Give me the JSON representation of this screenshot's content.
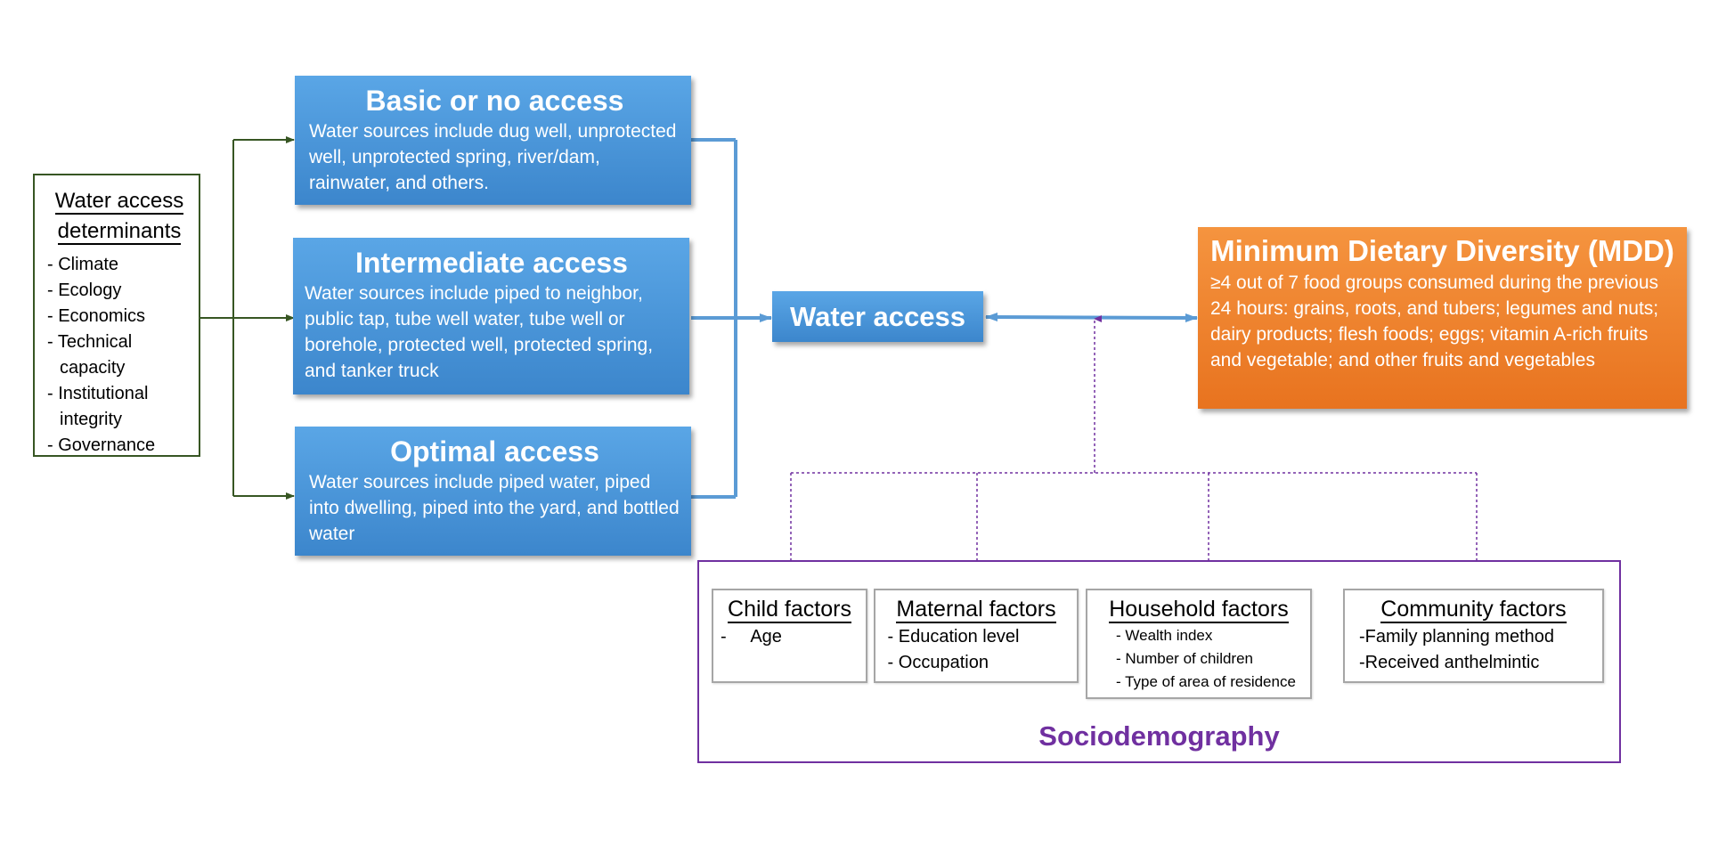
{
  "determinants": {
    "title_line1": "Water access",
    "title_line2": "determinants",
    "items": [
      "- Climate",
      "- Ecology",
      "- Economics",
      "- Technical capacity",
      "- Institutional integrity",
      "- Governance"
    ]
  },
  "access_levels": [
    {
      "title": "Basic or no access",
      "description": "Water sources include dug well, unprotected well, unprotected spring, river/dam, rainwater, and others."
    },
    {
      "title": "Intermediate access",
      "description": "Water sources include piped to neighbor, public tap, tube well water, tube well or borehole, protected well, protected spring, and tanker truck"
    },
    {
      "title": "Optimal access",
      "description": "Water sources include piped water, piped into dwelling, piped into the yard, and bottled water"
    }
  ],
  "water_access": {
    "label": "Water access"
  },
  "mdd": {
    "title": "Minimum Dietary Diversity (MDD)",
    "description": "≥4 out of 7 food groups consumed during the previous 24 hours: grains, roots, and tubers; legumes and nuts; dairy products; flesh foods; eggs; vitamin A-rich fruits and vegetable; and other fruits and vegetables"
  },
  "sociodemography": {
    "label": "Sociodemography",
    "factors": [
      {
        "title": "Child factors",
        "items": [
          "-     Age"
        ]
      },
      {
        "title": "Maternal factors",
        "items": [
          " - Education level",
          " - Occupation"
        ]
      },
      {
        "title": "Household factors",
        "items": [
          "- Wealth index",
          "- Number of children",
          "- Type of area of residence"
        ]
      },
      {
        "title": "Community factors",
        "items": [
          "-Family planning method",
          "-Received anthelmintic"
        ]
      }
    ]
  },
  "colors": {
    "green_line": "#375623",
    "blue_line": "#5b9bd5",
    "purple": "#7030a0",
    "blue_box": "#4a94d8",
    "orange_box": "#ed7d31"
  }
}
